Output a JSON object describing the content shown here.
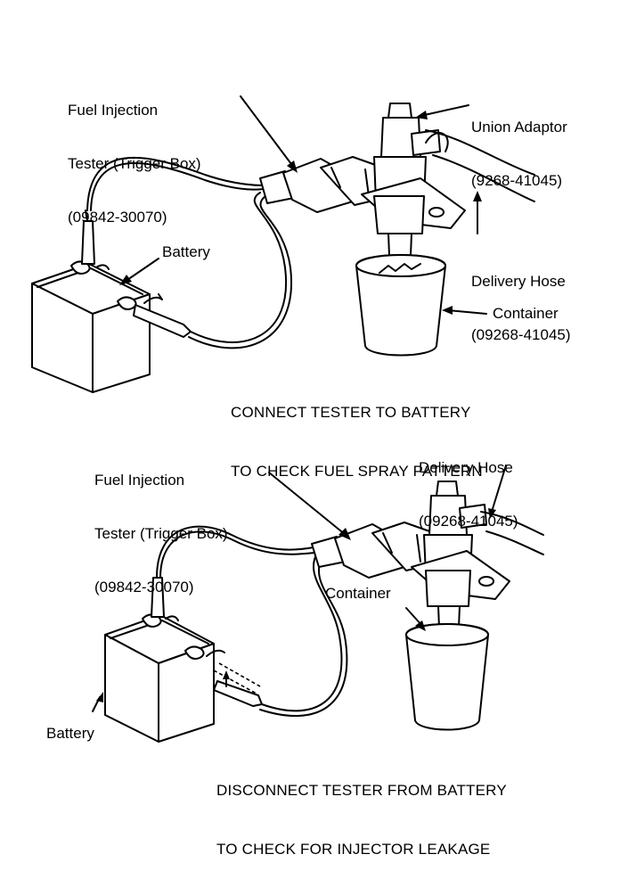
{
  "top_panel": {
    "tester_label": {
      "line1": "Fuel Injection",
      "line2": "Tester (Trigger Box)",
      "line3": "(09842-30070)"
    },
    "union_adaptor_label": {
      "line1": "Union Adaptor",
      "line2": "(9268-41045)"
    },
    "delivery_hose_label": {
      "line1": "Delivery Hose",
      "line2": "(09268-41045)"
    },
    "battery_label": "Battery",
    "container_label": "Container",
    "caption": {
      "line1": "CONNECT TESTER TO BATTERY",
      "line2": "TO CHECK FUEL SPRAY PATTERN"
    }
  },
  "bottom_panel": {
    "tester_label": {
      "line1": "Fuel Injection",
      "line2": "Tester (Trigger Box)",
      "line3": "(09842-30070)"
    },
    "delivery_hose_label": {
      "line1": "Delivery Hose",
      "line2": "(09268-41045)"
    },
    "container_label": "Container",
    "battery_label": "Battery",
    "caption": {
      "line1": "DISCONNECT TESTER FROM BATTERY",
      "line2": "TO CHECK FOR INJECTOR LEAKAGE"
    }
  }
}
